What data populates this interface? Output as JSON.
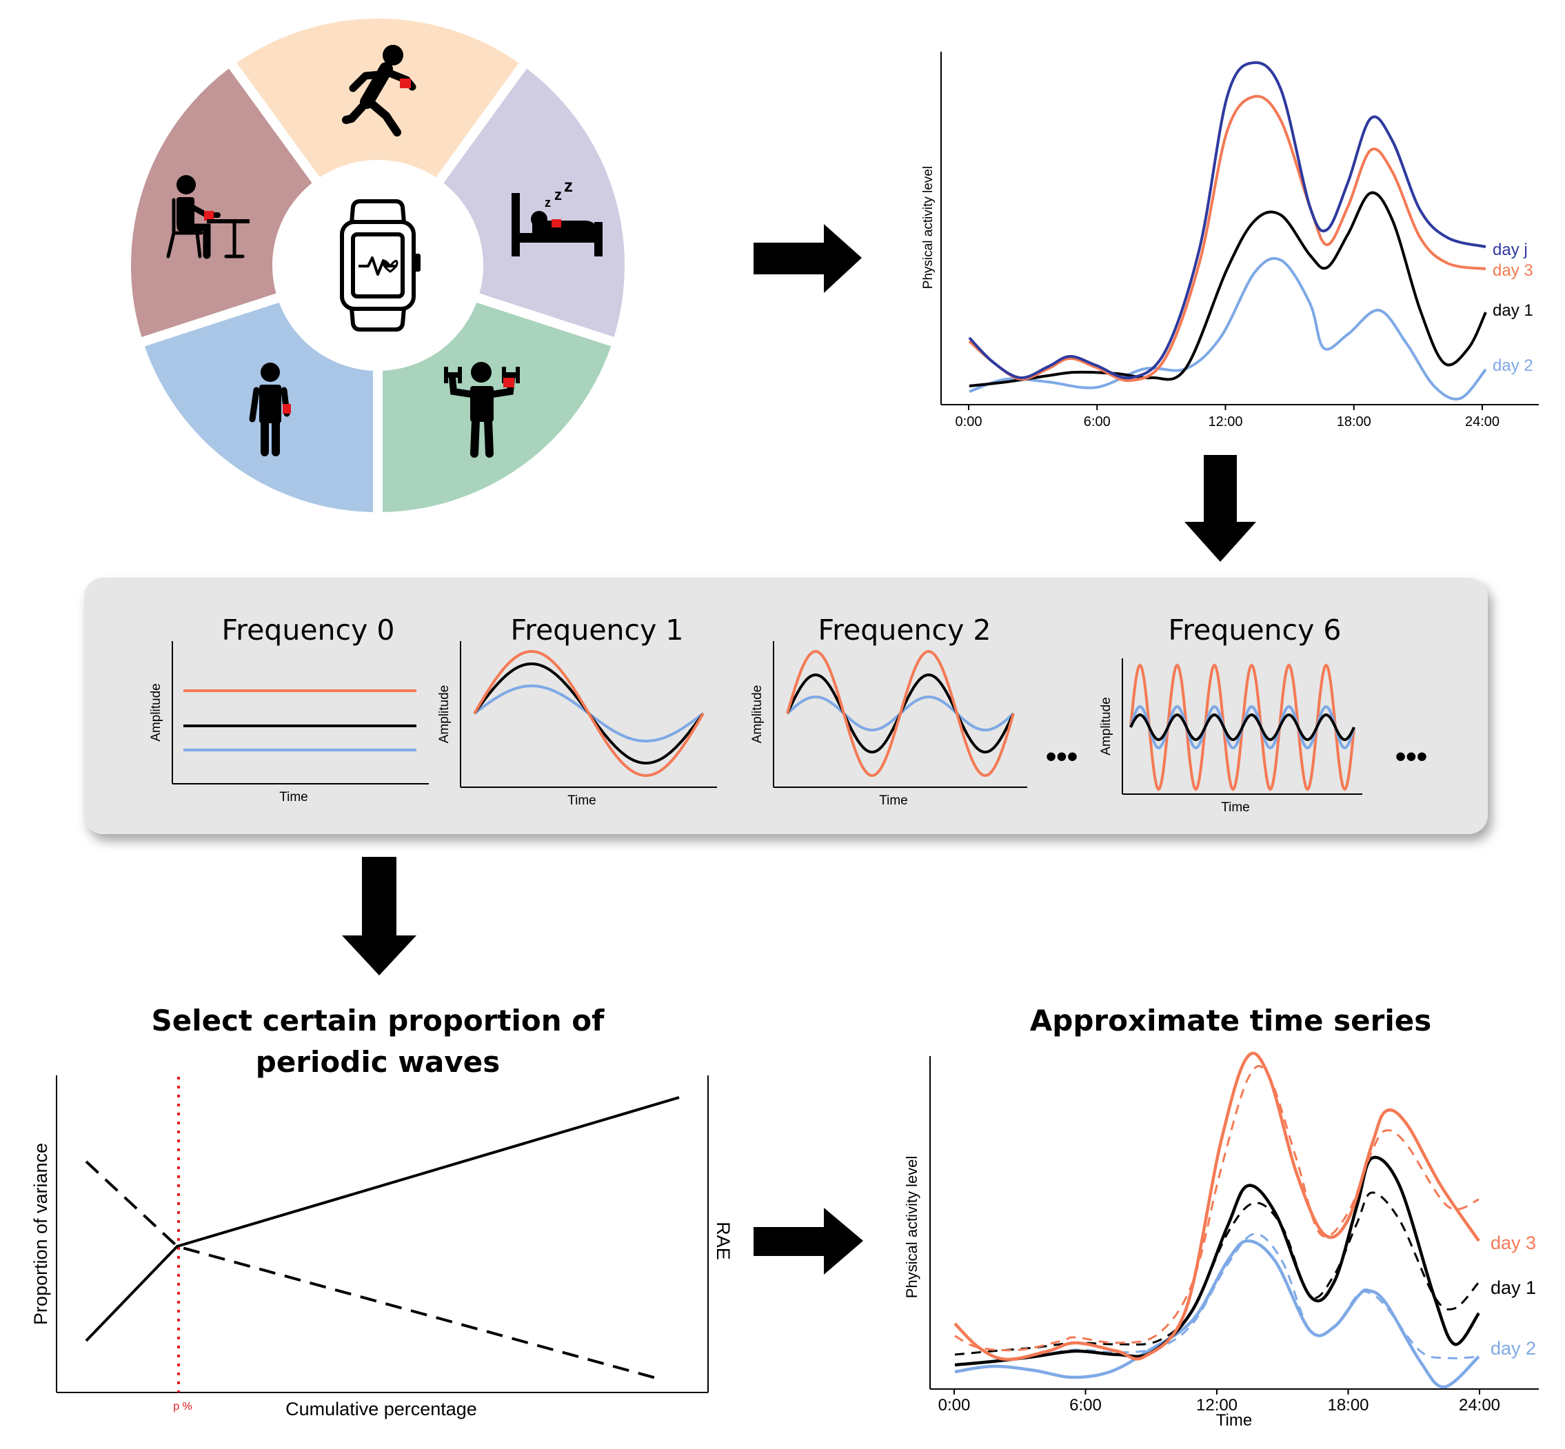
{
  "colors": {
    "orange": "#f47a55",
    "black": "#000000",
    "lightblue": "#7ea9e6",
    "darkblue": "#2e3a9e",
    "red": "#e41a1c",
    "panel": "#e6e6e6",
    "wheel_running": "#fde0c4",
    "wheel_sleeping": "#d0cce2",
    "wheel_lifting": "#a9d3bc",
    "wheel_standing": "#aac6e6",
    "wheel_sitting": "#c29596"
  },
  "wheel": {
    "segments": [
      {
        "name": "running",
        "icon": "running-person-icon"
      },
      {
        "name": "sleeping",
        "icon": "sleeping-person-icon"
      },
      {
        "name": "weightlifting",
        "icon": "weightlifting-person-icon"
      },
      {
        "name": "standing",
        "icon": "standing-person-icon"
      },
      {
        "name": "sitting",
        "icon": "sitting-person-icon"
      }
    ],
    "center_icon": "smartwatch-icon"
  },
  "top_chart": {
    "ylabel": "Physical activity level",
    "xticks": [
      "0:00",
      "6:00",
      "12:00",
      "18:00",
      "24:00"
    ],
    "series_labels": {
      "dayj": "day  j",
      "day3": "day 3",
      "day1": "day 1",
      "day2": "day 2"
    }
  },
  "frequency_panel": {
    "panels": [
      {
        "title": "Frequency 0",
        "ylabel": "Amplitude",
        "xlabel": "Time"
      },
      {
        "title": "Frequency 1",
        "ylabel": "Amplitude",
        "xlabel": "Time"
      },
      {
        "title": "Frequency 2",
        "ylabel": "Amplitude",
        "xlabel": "Time"
      },
      {
        "title": "Frequency 6",
        "ylabel": "Amplitude",
        "xlabel": "Time"
      }
    ],
    "ellipsis": "•••"
  },
  "selection": {
    "title_line1": "Select certain proportion of",
    "title_line2": "periodic waves",
    "ylabel_left": "Proportion of variance",
    "ylabel_right": "RAE",
    "xlabel": "Cumulative percentage",
    "marker": "p %"
  },
  "approx_chart": {
    "title": "Approximate time series",
    "ylabel": "Physical activity level",
    "xlabel": "Time",
    "xticks": [
      "0:00",
      "6:00",
      "12:00",
      "18:00",
      "24:00"
    ],
    "series_labels": {
      "day3": "day 3",
      "day1": "day 1",
      "day2": "day 2"
    }
  },
  "arrows": [
    "arrow-right-icon",
    "arrow-down-icon",
    "arrow-down-icon",
    "arrow-right-icon"
  ]
}
